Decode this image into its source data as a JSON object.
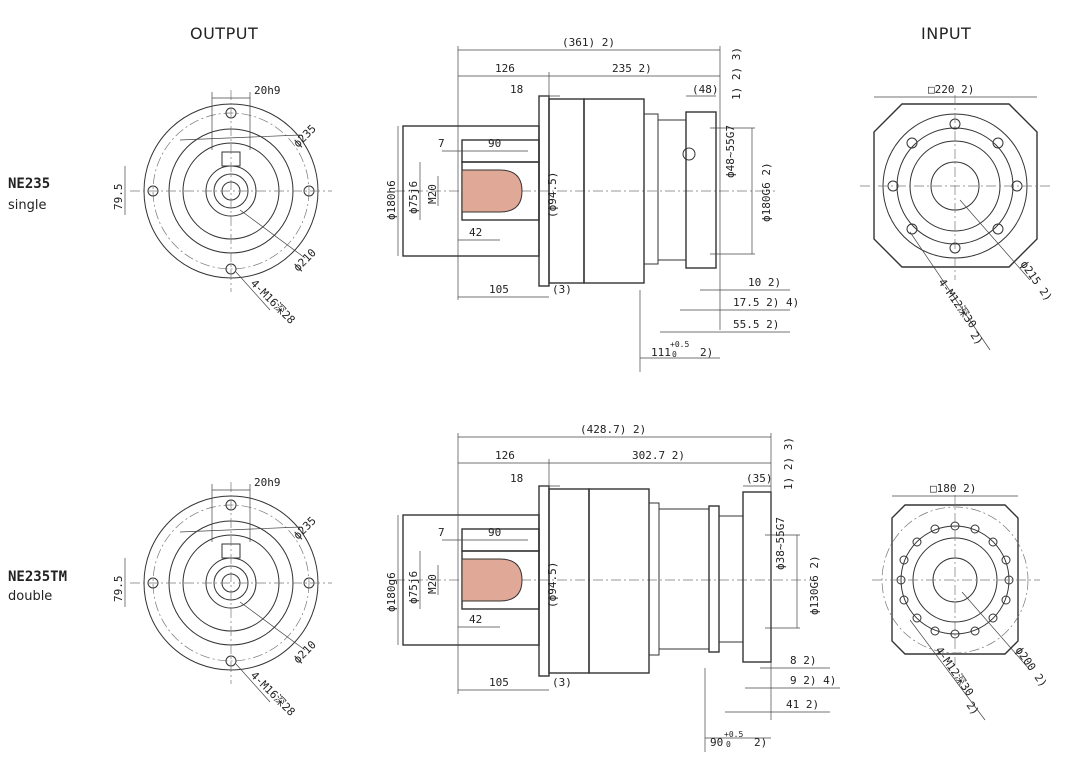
{
  "headers": {
    "output": "OUTPUT",
    "input": "INPUT"
  },
  "models": [
    {
      "name": "NE235",
      "type": "single",
      "output_view": {
        "key": "20h9",
        "d_flange": "ϕ235",
        "height": "79.5",
        "d_pcd": "ϕ210",
        "holes": "4-M16深28"
      },
      "side_view": {
        "overall": "(361)  2)",
        "left_len": "126",
        "right_len": "235  2)",
        "shoulder": "18",
        "adapter": "(48)",
        "side_notes": "1) 2) 3)",
        "key_len": "90",
        "shaft_offset": "7",
        "d_flange": "ϕ180h6",
        "d_shaft": "ϕ75j6",
        "thread": "M20",
        "d_mid": "(ϕ94.5)",
        "thread_len": "42",
        "base_len": "105",
        "gap": "(3)",
        "motor_shaft": "ϕ48~55G7",
        "motor_pilot": "ϕ180G6  2)",
        "dim_a": "10  2)",
        "dim_b": "17.5  2) 4)",
        "dim_c": "55.5  2)",
        "dim_d_main": "111",
        "dim_d_tol": "+0.5",
        "dim_d_low": "0",
        "dim_d_note": "2)"
      },
      "input_view": {
        "square": "□220  2)",
        "pcd": "ϕ215  2)",
        "holes": "4-M12深30",
        "holes_note": "2)"
      }
    },
    {
      "name": "NE235TM",
      "type": "double",
      "output_view": {
        "key": "20h9",
        "d_flange": "ϕ235",
        "height": "79.5",
        "d_pcd": "ϕ210",
        "holes": "4-M16深28"
      },
      "side_view": {
        "overall": "(428.7)  2)",
        "left_len": "126",
        "right_len": "302.7  2)",
        "shoulder": "18",
        "adapter": "(35)",
        "side_notes": "1) 2) 3)",
        "key_len": "90",
        "shaft_offset": "7",
        "d_flange": "ϕ180g6",
        "d_shaft": "ϕ75j6",
        "thread": "M20",
        "d_mid": "(ϕ94.5)",
        "thread_len": "42",
        "base_len": "105",
        "gap": "(3)",
        "motor_shaft": "ϕ38~55G7",
        "motor_pilot": "ϕ130G6  2)",
        "dim_a": "8  2)",
        "dim_b": "9  2) 4)",
        "dim_c": "41  2)",
        "dim_d_main": "90",
        "dim_d_tol": "+0.5",
        "dim_d_low": "0",
        "dim_d_note": "2)"
      },
      "input_view": {
        "square": "□180  2)",
        "pcd": "ϕ200  2)",
        "holes": "4-M12深30",
        "holes_note": "2)"
      }
    }
  ]
}
